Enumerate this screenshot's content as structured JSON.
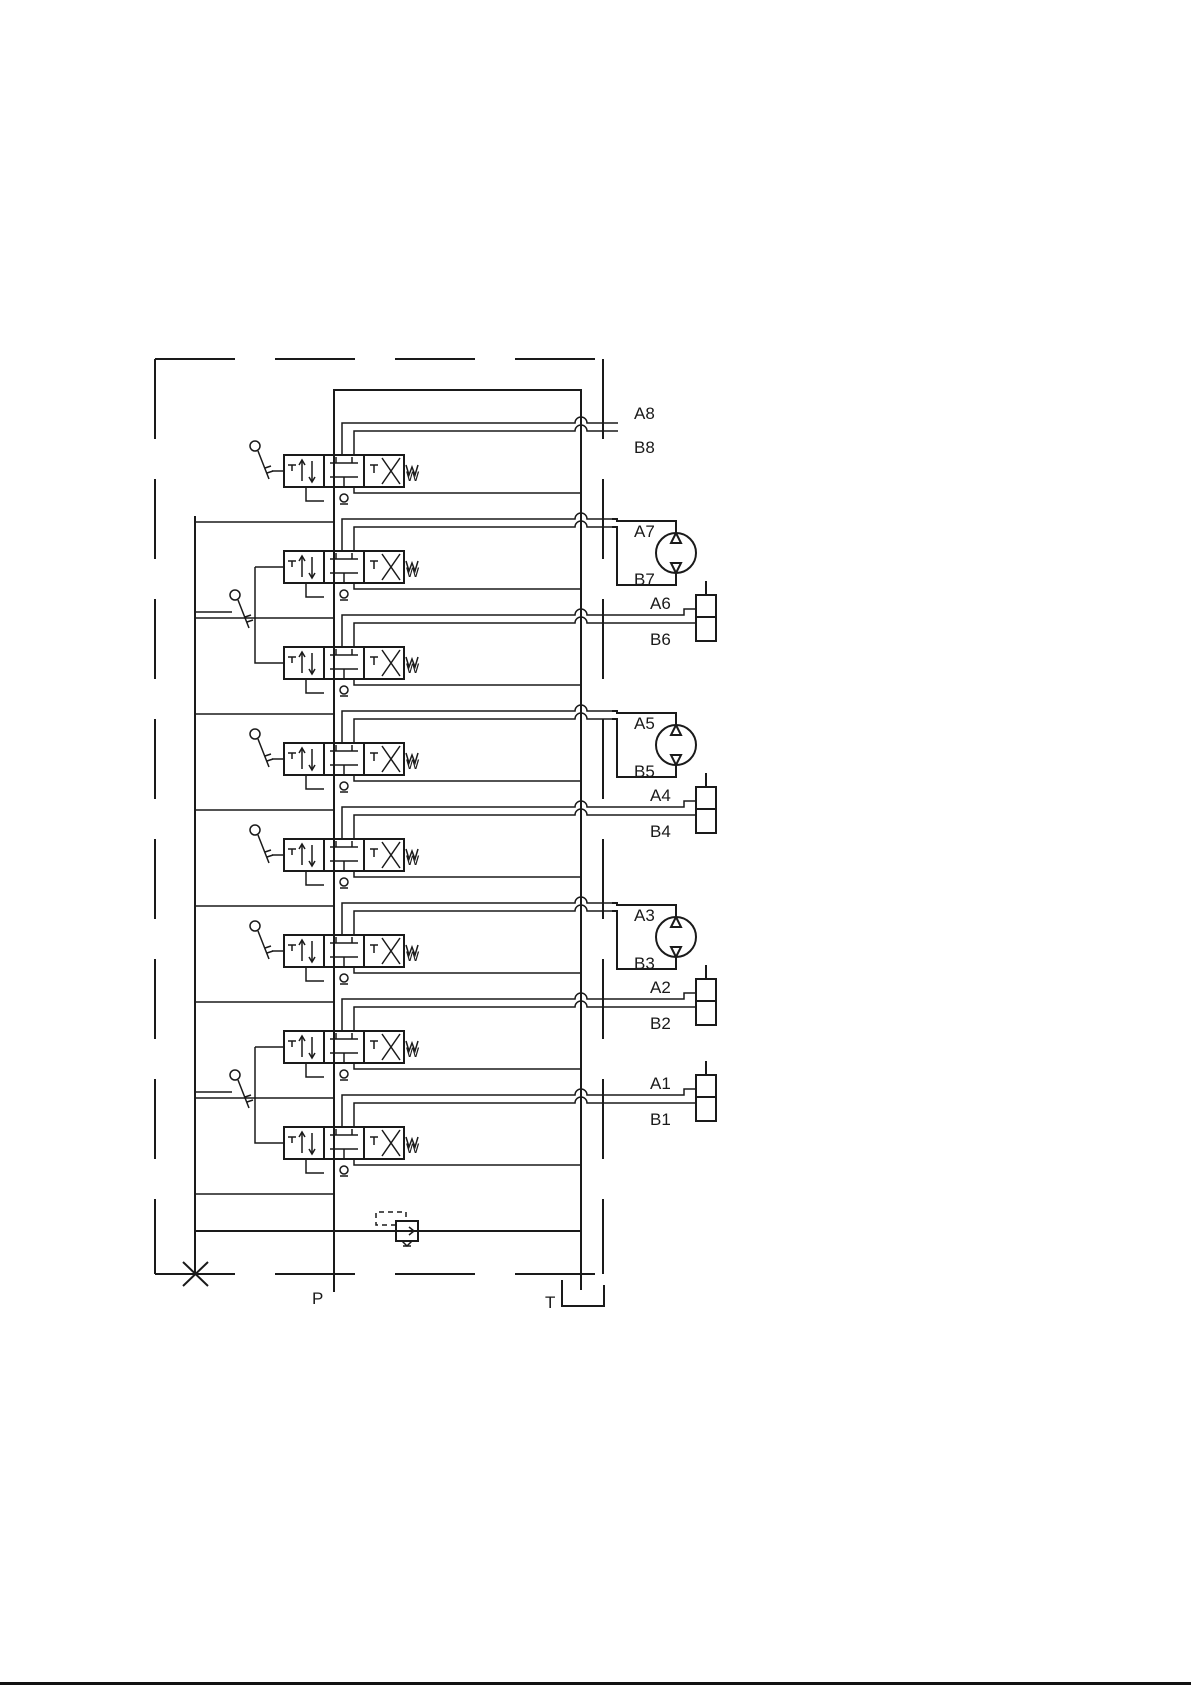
{
  "ports": {
    "pressure": "P",
    "tank": "T",
    "spring": "W"
  },
  "sections": [
    {
      "a": "A8",
      "b": "B8",
      "actuator": "none"
    },
    {
      "a": "A7",
      "b": "B7",
      "actuator": "motor"
    },
    {
      "a": "A6",
      "b": "B6",
      "actuator": "cylinder"
    },
    {
      "a": "A5",
      "b": "B5",
      "actuator": "motor"
    },
    {
      "a": "A4",
      "b": "B4",
      "actuator": "cylinder"
    },
    {
      "a": "A3",
      "b": "B3",
      "actuator": "motor"
    },
    {
      "a": "A2",
      "b": "B2",
      "actuator": "cylinder"
    },
    {
      "a": "A1",
      "b": "B1",
      "actuator": "cylinder"
    }
  ],
  "icons": [
    "lever-handle-icon",
    "spring-return-icon",
    "check-valve-icon",
    "relief-valve-icon",
    "hydraulic-motor-icon",
    "hydraulic-cylinder-icon",
    "tank-icon",
    "plugged-port-icon"
  ],
  "colors": {
    "ink": "#1a1a1a",
    "background": "#ffffff"
  }
}
